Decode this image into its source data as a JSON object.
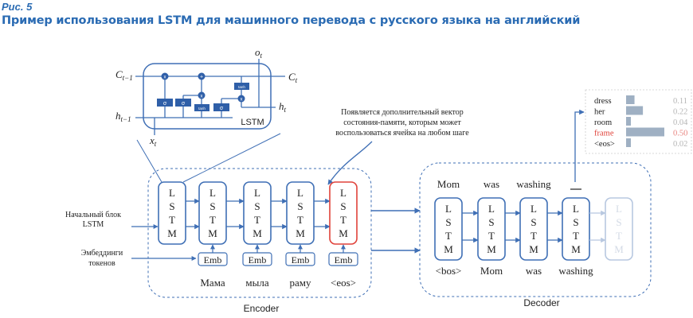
{
  "figure": {
    "number": "Рис. 5",
    "title": "Пример использования LSTM для машинного перевода с русского языка на английский"
  },
  "colors": {
    "accent": "#2a6bb3",
    "line": "#3f6fb5",
    "highlight_red": "#e0423a",
    "faded": "#b8c8e0",
    "bar": "#9fb0c3",
    "gate_fill": "#2f5fa8"
  },
  "lstm_cell": {
    "label": "LSTM",
    "inputs": {
      "c_prev": "C",
      "c_prev_sub": "t−1",
      "h_prev": "h",
      "h_prev_sub": "t−1",
      "x": "x",
      "x_sub": "t"
    },
    "outputs": {
      "c": "C",
      "c_sub": "t",
      "h": "h",
      "h_sub": "t",
      "o": "o",
      "o_sub": "t"
    },
    "ops": {
      "mult": "x",
      "add": "+",
      "sigma": "σ",
      "tanh": "tanh"
    }
  },
  "annotation": {
    "lines": [
      "Появляется дополнительный вектор",
      "состояния-памяти, которым может",
      "воспользоваться ячейка на любом шаге"
    ]
  },
  "side_labels": {
    "initial_block": [
      "Начальный блок",
      "LSTM"
    ],
    "embeddings": [
      "Эмбеддинги",
      "токенов"
    ]
  },
  "lstm_letters": [
    "L",
    "S",
    "T",
    "M"
  ],
  "encoder": {
    "label": "Encoder",
    "emb_label": "Emb",
    "tokens": [
      "Мама",
      "мыла",
      "раму",
      "<eos>"
    ]
  },
  "decoder": {
    "label": "Decoder",
    "outputs": [
      "Mom",
      "was",
      "washing",
      "_"
    ],
    "inputs": [
      "<bos>",
      "Mom",
      "was",
      "washing"
    ]
  },
  "output_distribution": {
    "items": [
      {
        "word": "dress",
        "prob": 0.11,
        "label": "0.11",
        "selected": false
      },
      {
        "word": "her",
        "prob": 0.22,
        "label": "0.22",
        "selected": false
      },
      {
        "word": "room",
        "prob": 0.04,
        "label": "0.04",
        "selected": false
      },
      {
        "word": "frame",
        "prob": 0.5,
        "label": "0.50",
        "selected": true
      },
      {
        "word": "<eos>",
        "prob": 0.02,
        "label": "0.02",
        "selected": false
      }
    ]
  }
}
